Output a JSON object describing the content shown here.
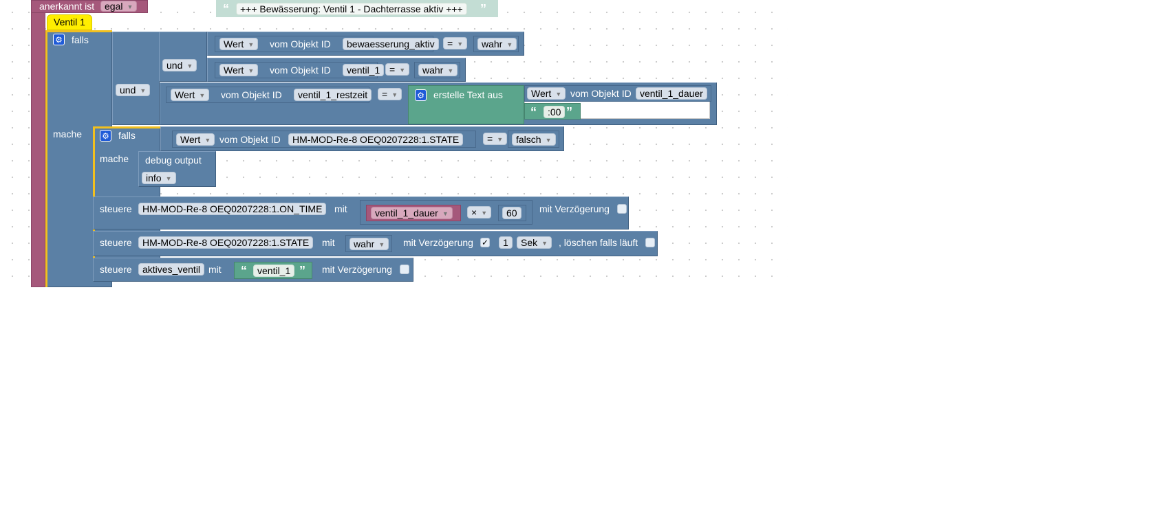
{
  "trigger": {
    "label_prefix": "anerkannt ist",
    "ack_value": "egal"
  },
  "comment": "Ventil 1",
  "if_block": {
    "falls": "falls",
    "mache": "mache",
    "und_outer": "und",
    "und_inner": "und"
  },
  "cond1": {
    "value_dd": "Wert",
    "label": "vom Objekt ID",
    "object_id": "bewaesserung_aktiv",
    "op": "=",
    "compare": "wahr"
  },
  "cond2": {
    "value_dd": "Wert",
    "label": "vom Objekt ID",
    "object_id": "ventil_1",
    "op": "=",
    "compare": "wahr"
  },
  "cond3": {
    "value_dd": "Wert",
    "label": "vom Objekt ID",
    "object_id": "ventil_1_restzeit",
    "op": "=",
    "text_join": "erstelle Text aus",
    "join_value_dd": "Wert",
    "join_label": "vom Objekt ID",
    "join_object_id": "ventil_1_dauer",
    "join_text": ":00"
  },
  "inner_if": {
    "falls": "falls",
    "mache": "mache",
    "value_dd": "Wert",
    "label": "vom Objekt ID",
    "object_id": "HM-MOD-Re-8 OEQ0207228:1.STATE",
    "op": "=",
    "compare": "falsch"
  },
  "debug": {
    "label": "debug output",
    "message": "+++ Bewässerung: Ventil 1 - Dachterrasse aktiv +++",
    "level": "info"
  },
  "control1": {
    "steuere": "steuere",
    "target": "HM-MOD-Re-8 OEQ0207228:1.ON_TIME",
    "mit": "mit",
    "variable": "ventil_1_dauer",
    "op": "×",
    "number": "60",
    "delay_label": "mit Verzögerung"
  },
  "control2": {
    "steuere": "steuere",
    "target": "HM-MOD-Re-8 OEQ0207228:1.STATE",
    "mit": "mit",
    "value": "wahr",
    "delay_label": "mit Verzögerung",
    "delay_check": "✓",
    "delay_amount": "1",
    "delay_unit": "Sek",
    "clear_label": ", löschen falls läuft"
  },
  "control3": {
    "steuere": "steuere",
    "target": "aktives_ventil",
    "mit": "mit",
    "text": "ventil_1",
    "delay_label": "mit Verzögerung"
  },
  "icons": {
    "gear": "gear-icon",
    "quote_open": "“",
    "quote_close": "”"
  },
  "colors": {
    "logic": "#5b80a5",
    "text": "#5ba58c",
    "variable": "#a5587b",
    "comment": "#ffee00",
    "bracket": "#f2c01f"
  }
}
